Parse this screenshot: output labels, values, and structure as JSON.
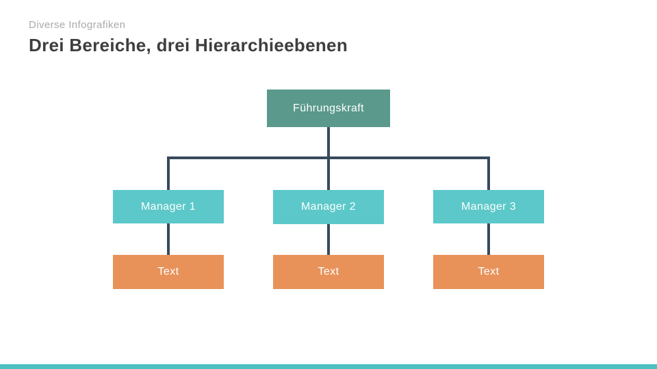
{
  "slide": {
    "eyebrow": "Diverse Infografiken",
    "title": "Drei Bereiche, drei Hierarchieebenen"
  },
  "org_chart": {
    "type": "org-tree",
    "levels": 3,
    "root": {
      "label": "Führungskraft"
    },
    "managers": [
      {
        "label": "Manager 1"
      },
      {
        "label": "Manager 2"
      },
      {
        "label": "Manager 3"
      }
    ],
    "leaves": [
      {
        "label": "Text"
      },
      {
        "label": "Text"
      },
      {
        "label": "Text"
      }
    ],
    "colors": {
      "root_box": "#5a998c",
      "manager_box": "#5cc8c9",
      "leaf_box": "#e8925a",
      "connector": "#374a5c",
      "footer_bar": "#4ec0c1",
      "title_text": "#3e3e3e",
      "eyebrow_text": "#a9a9a9",
      "box_text": "#ffffff"
    }
  }
}
